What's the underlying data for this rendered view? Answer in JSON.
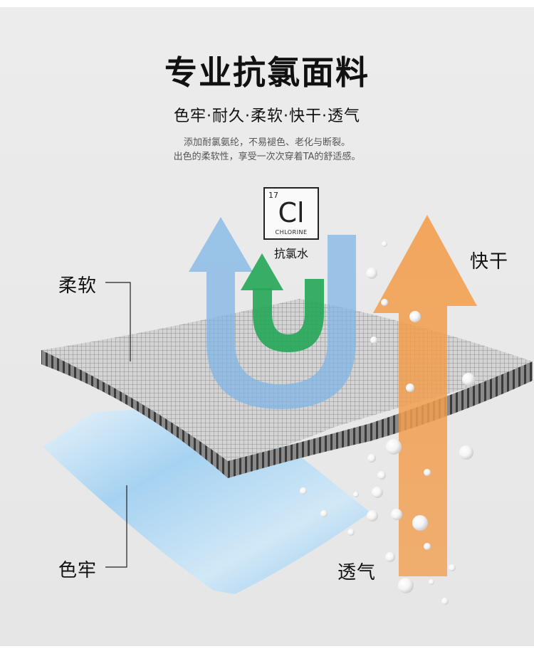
{
  "heading": {
    "title": "专业抗氯面料",
    "subtitle": "色牢·耐久·柔软·快干·透气",
    "desc_line1": "添加耐氯氨纶，不易褪色、老化与断裂。",
    "desc_line2": "出色的柔软性，享受一次次穿着TA的舒适感。"
  },
  "element_badge": {
    "atomic_number": "17",
    "symbol": "Cl",
    "name": "CHLORINE",
    "caption": "抗氯水"
  },
  "labels": {
    "soft": "柔软",
    "quick_dry": "快干",
    "colorfast": "色牢",
    "breathable": "透气"
  },
  "colors": {
    "blue_arrow": "#7fb6e6",
    "green_arrow": "#27a75a",
    "orange_arrow": "#f0923a",
    "fabric_grid": "#9a9a9a",
    "fabric_edge": "#3a3a3a",
    "blue_layer": "#9fd0f2"
  }
}
